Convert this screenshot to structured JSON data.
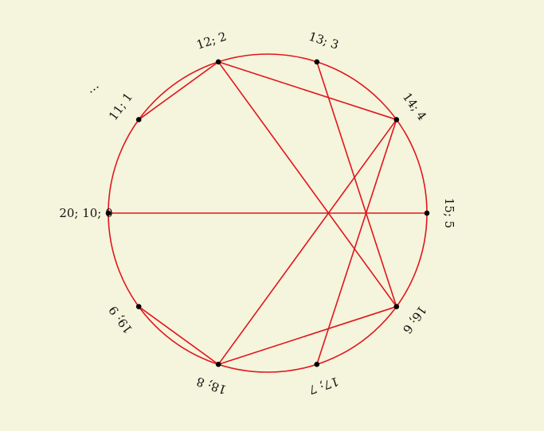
{
  "colors": {
    "background": "#f5f4dc",
    "circle": "#e0161e",
    "chord": "#e0161e",
    "point": "#000000",
    "text": "#111111"
  },
  "ellipsis": "…",
  "points": [
    {
      "id": "p0",
      "label": "20; 10; 0",
      "angle_deg": 180
    },
    {
      "id": "p1",
      "label": "11; 1",
      "angle_deg": 144
    },
    {
      "id": "p2",
      "label": "12; 2",
      "angle_deg": 108
    },
    {
      "id": "p3",
      "label": "13; 3",
      "angle_deg": 72
    },
    {
      "id": "p4",
      "label": "14; 4",
      "angle_deg": 36
    },
    {
      "id": "p5",
      "label": "15; 5",
      "angle_deg": 0
    },
    {
      "id": "p6",
      "label": "16; 6",
      "angle_deg": -36
    },
    {
      "id": "p7",
      "label": "17; 7",
      "angle_deg": -72
    },
    {
      "id": "p8",
      "label": "18; 8",
      "angle_deg": -108
    },
    {
      "id": "p9",
      "label": "19; 9",
      "angle_deg": -144
    }
  ],
  "chords": [
    [
      "p0",
      "p5"
    ],
    [
      "p1",
      "p2"
    ],
    [
      "p2",
      "p4"
    ],
    [
      "p2",
      "p6"
    ],
    [
      "p3",
      "p6"
    ],
    [
      "p4",
      "p7"
    ],
    [
      "p4",
      "p8"
    ],
    [
      "p6",
      "p8"
    ],
    [
      "p8",
      "p9"
    ]
  ]
}
